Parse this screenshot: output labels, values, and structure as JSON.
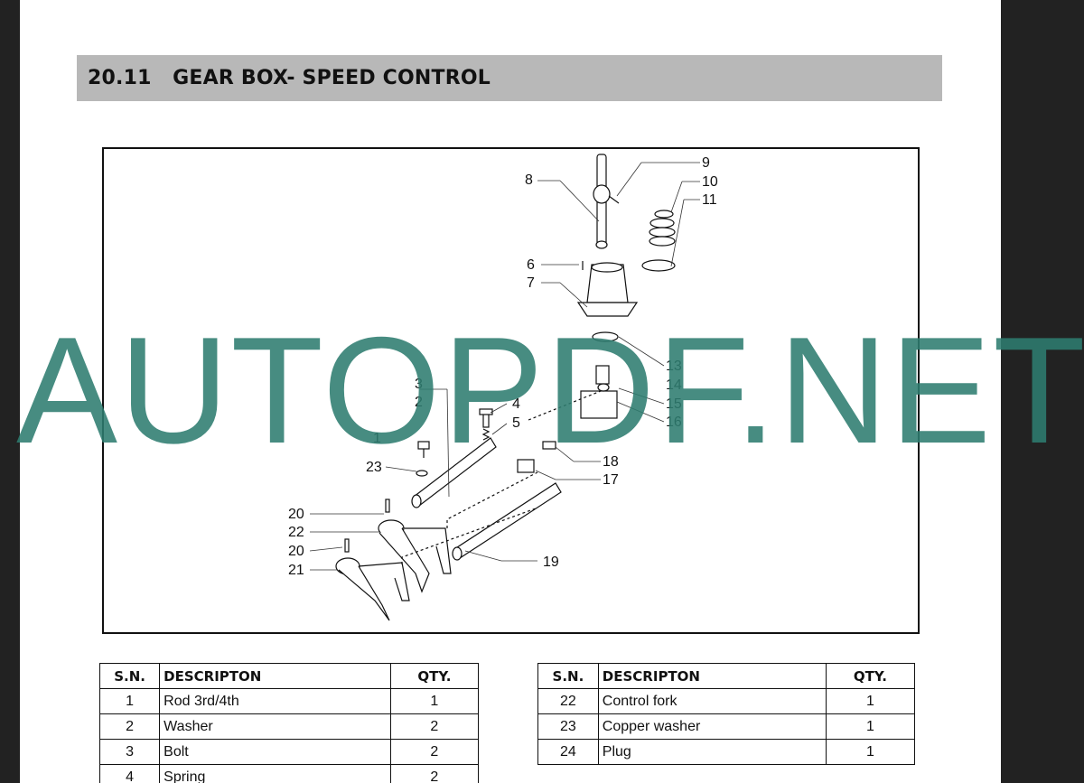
{
  "section": {
    "number": "20.11",
    "title": "GEAR BOX- SPEED CONTROL"
  },
  "watermark": "AUTOPDF.NET",
  "diagram": {
    "callouts": [
      "9",
      "8",
      "10",
      "11",
      "6",
      "7",
      "13",
      "3",
      "4",
      "2",
      "14",
      "15",
      "16",
      "5",
      "1",
      "18",
      "23",
      "17",
      "20",
      "22",
      "20",
      "19",
      "21"
    ]
  },
  "tables": {
    "left": {
      "headers": [
        "S.N.",
        "DESCRIPTON",
        "QTY."
      ],
      "rows": [
        {
          "sn": "1",
          "desc": "Rod 3rd/4th",
          "qty": "1"
        },
        {
          "sn": "2",
          "desc": "Washer",
          "qty": "2"
        },
        {
          "sn": "3",
          "desc": "Bolt",
          "qty": "2"
        },
        {
          "sn": "4",
          "desc": "Spring",
          "qty": "2"
        }
      ]
    },
    "right": {
      "headers": [
        "S.N.",
        "DESCRIPTON",
        "QTY."
      ],
      "rows": [
        {
          "sn": "22",
          "desc": "Control fork",
          "qty": "1"
        },
        {
          "sn": "23",
          "desc": "Copper washer",
          "qty": "1"
        },
        {
          "sn": "24",
          "desc": "Plug",
          "qty": "1"
        }
      ]
    }
  }
}
